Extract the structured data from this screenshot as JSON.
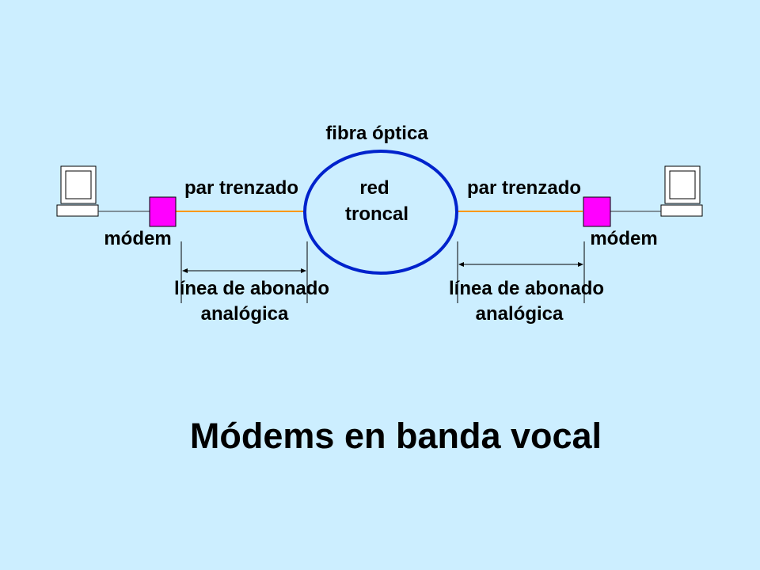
{
  "diagram": {
    "title": "Módems en banda vocal",
    "fiber_label": "fibra óptica",
    "core_network_label_line1": "red",
    "core_network_label_line2": "troncal",
    "left": {
      "twisted_pair_label": "par trenzado",
      "modem_label": "módem",
      "subscriber_line_label_line1": "línea de abonado",
      "subscriber_line_label_line2": "analógica"
    },
    "right": {
      "twisted_pair_label": "par trenzado",
      "modem_label": "módem",
      "subscriber_line_label_line1": "línea de abonado",
      "subscriber_line_label_line2": "analógica"
    }
  },
  "colors": {
    "background": "#cceeff",
    "modem": "#ff00ff",
    "twisted_pair_line": "#ff9900",
    "core_network_ring": "#0022cc"
  }
}
